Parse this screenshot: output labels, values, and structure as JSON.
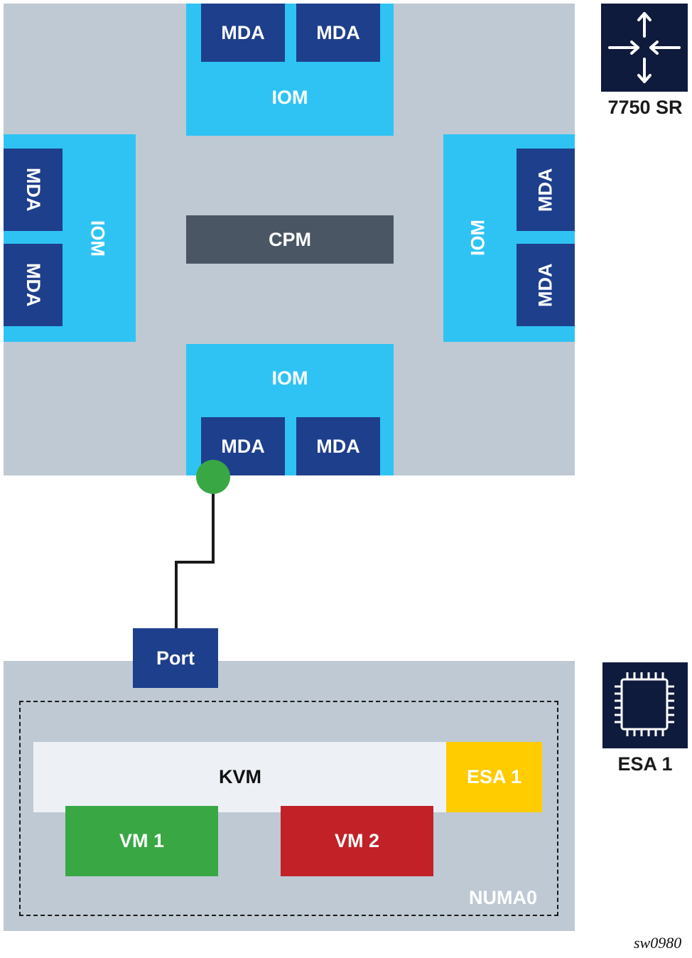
{
  "router": {
    "mda_label": "MDA",
    "iom_label": "IOM",
    "cpm_label": "CPM",
    "icon_label": "7750 SR",
    "icon": "router-icon"
  },
  "link": {
    "port_label": "Port",
    "connector": "port-connector-dot",
    "connector_color": "#3aa745"
  },
  "host": {
    "numa_label": "NUMA0",
    "kvm_label": "KVM",
    "esa_label": "ESA 1",
    "vm1_label": "VM 1",
    "vm2_label": "VM 2",
    "icon_label": "ESA 1",
    "icon": "chip-icon"
  },
  "figure_ref": "sw0980",
  "colors": {
    "chassis": "#bec9d3",
    "iom": "#2fc3f4",
    "mda": "#1e3f8c",
    "cpm": "#4a5663",
    "esa": "#ffcc00",
    "vm1": "#3aa745",
    "vm2": "#c12127"
  }
}
